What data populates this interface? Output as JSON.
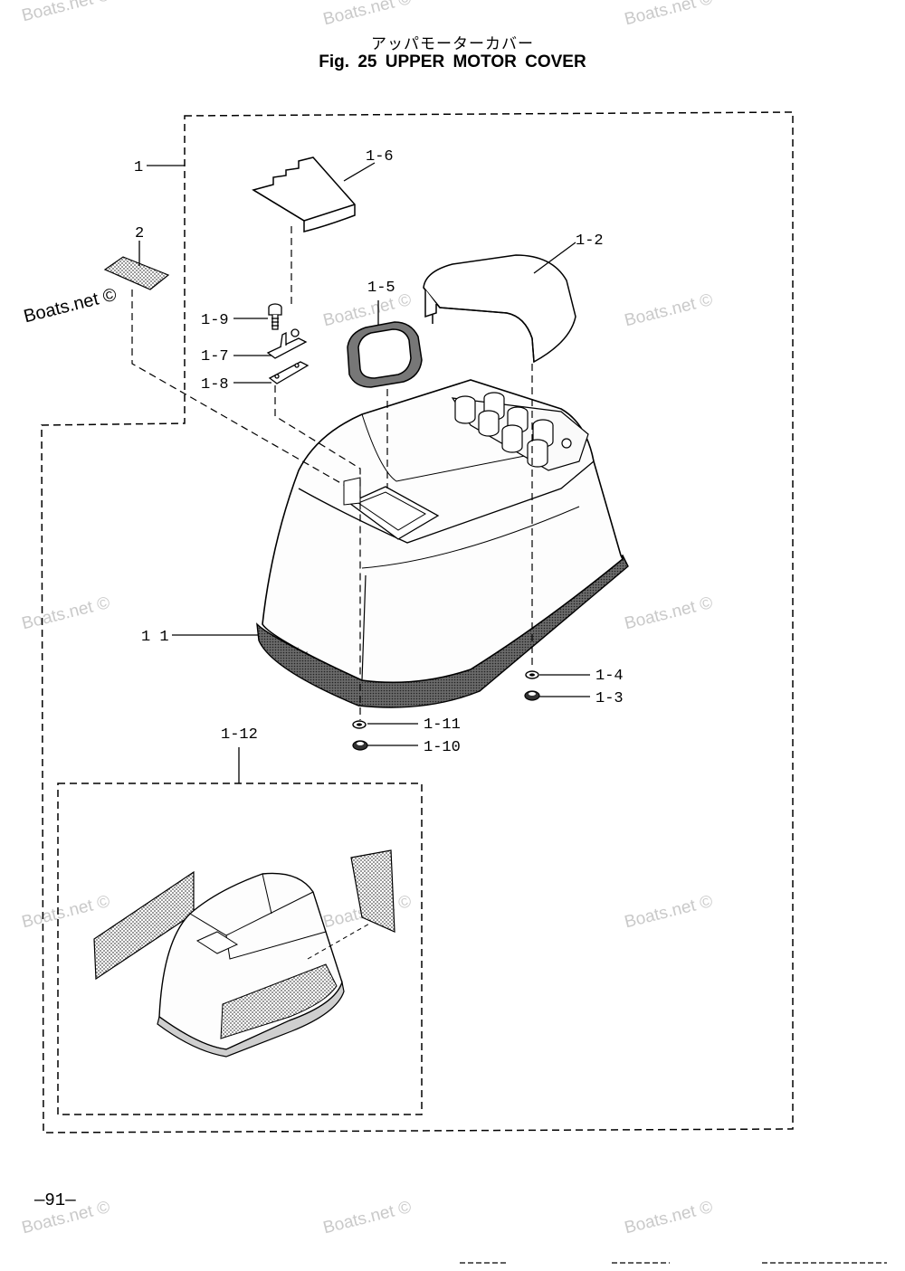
{
  "header": {
    "title_jp": "アッパモーターカバー",
    "title_en": "Fig. 25   UPPER MOTOR COVER"
  },
  "watermark": {
    "text": "Boats.net ©",
    "light_color": "#c9c9c9"
  },
  "part_labels": {
    "p1": "1",
    "p1_1": "1 1",
    "p1_2": "1-2",
    "p1_3": "1-3",
    "p1_4": "1-4",
    "p1_5": "1-5",
    "p1_6": "1-6",
    "p1_7": "1-7",
    "p1_8": "1-8",
    "p1_9": "1-9",
    "p1_10": "1-10",
    "p1_11": "1-11",
    "p1_12": "1-12",
    "p2": "2"
  },
  "footer": {
    "page_number": "—91—"
  }
}
